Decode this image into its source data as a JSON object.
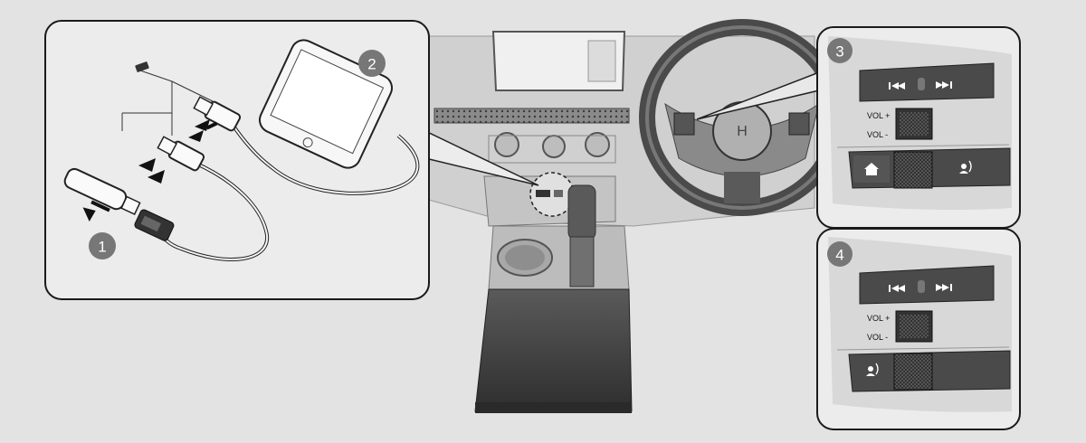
{
  "callouts": {
    "usb_drive": "1",
    "phone_cable": "2",
    "steering_controls_a": "3",
    "steering_controls_b": "4"
  },
  "panel3": {
    "vol_plus": "VOL +",
    "vol_minus": "VOL -"
  },
  "panel4": {
    "vol_plus": "VOL +",
    "vol_minus": "VOL -"
  },
  "colors": {
    "background": "#e3e3e3",
    "panel_fill": "#ececec",
    "panel_border": "#1a1a1a",
    "badge": "#777777",
    "dark_trim": "#4a4a4a"
  },
  "icons": [
    "usb-drive-icon",
    "usb-cable-icon",
    "smartphone-icon",
    "usb-port-icon",
    "home-icon",
    "voice-icon",
    "skip-back-icon",
    "skip-forward-icon"
  ]
}
